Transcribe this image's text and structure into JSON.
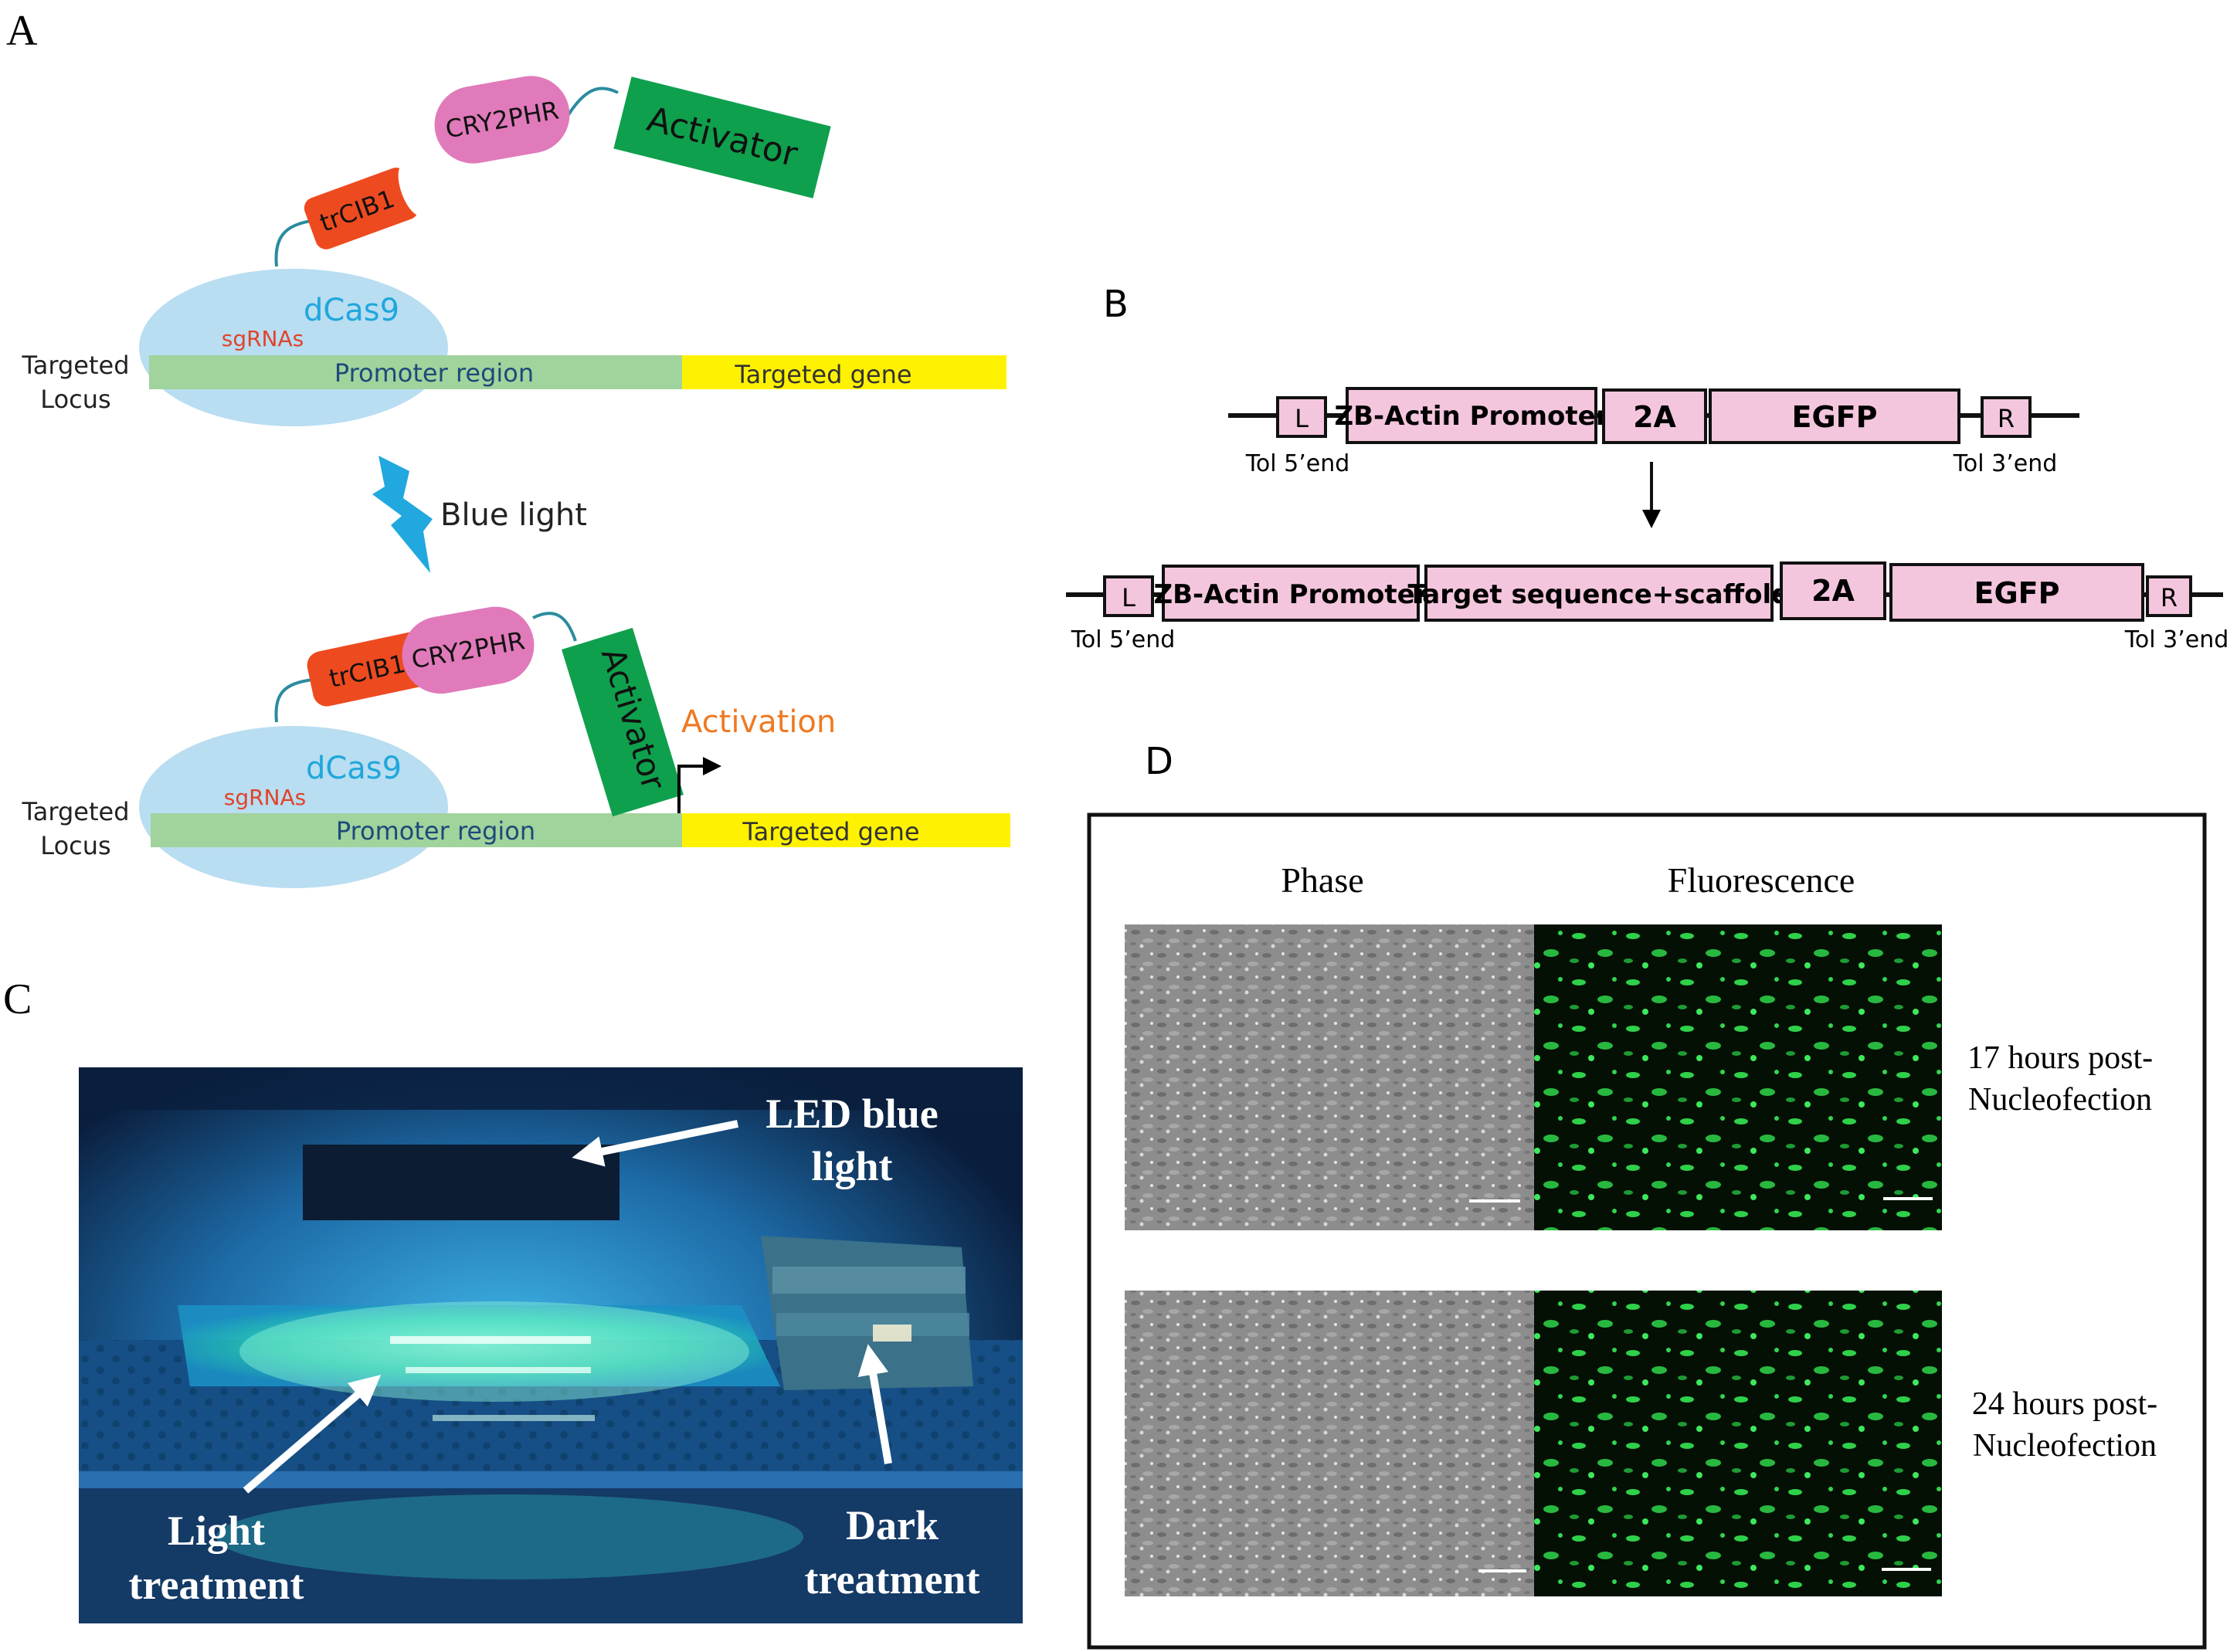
{
  "colors": {
    "dcas9_fill": "#b9ddf1",
    "dcas9_text": "#1fa7dc",
    "sgrna_text": "#e0442a",
    "promoter_fill": "#a1d39c",
    "promoter_text": "#1c4a7a",
    "gene_fill": "#fff200",
    "trcib1_fill": "#ee4a1f",
    "cry2phr_fill": "#e07aba",
    "activator_fill": "#0fa04d",
    "activation_text": "#ee7a22",
    "bolt_fill": "#21a8de",
    "linker": "#2a8c9e",
    "construct_fill": "#f4c6de",
    "fluor_green": "#2fd04a"
  },
  "panel_a": {
    "label": "A",
    "top": {
      "cry2phr": "CRY2PHR",
      "activator": "Activator",
      "trcib1": "trCIB1",
      "dcas9": "dCas9",
      "sgrnas": "sgRNAs",
      "locus_line1": "Targeted",
      "locus_line2": "Locus",
      "promoter": "Promoter region",
      "gene": "Targeted gene"
    },
    "blue_light": "Blue light",
    "bottom": {
      "trcib1": "trCIB1",
      "cry2phr": "CRY2PHR",
      "activator": "Activator",
      "activation": "Activation",
      "dcas9": "dCas9",
      "sgrnas": "sgRNAs",
      "locus_line1": "Targeted",
      "locus_line2": "Locus",
      "promoter": "Promoter region",
      "gene": "Targeted gene"
    }
  },
  "panel_b": {
    "label": "B",
    "construct1": {
      "l": "L",
      "promoter": "ZB-Actin Promoter",
      "twoa": "2A",
      "egfp": "EGFP",
      "r": "R",
      "tol5": "Tol 5’end",
      "tol3": "Tol 3’end"
    },
    "construct2": {
      "l": "L",
      "promoter": "ZB-Actin Promoter",
      "target": "Target sequence+scaffold",
      "twoa": "2A",
      "egfp": "EGFP",
      "r": "R",
      "tol5": "Tol 5’end",
      "tol3": "Tol 3’end"
    }
  },
  "panel_c": {
    "label": "C",
    "led_line1": "LED blue",
    "led_line2": "light",
    "light_line1": "Light",
    "light_line2": "treatment",
    "dark_line1": "Dark",
    "dark_line2": "treatment"
  },
  "panel_d": {
    "label": "D",
    "col_phase": "Phase",
    "col_fluor": "Fluorescence",
    "row1_line1": "17 hours post-",
    "row1_line2": "Nucleofection",
    "row2_line1": "24 hours post-",
    "row2_line2": "Nucleofection"
  }
}
